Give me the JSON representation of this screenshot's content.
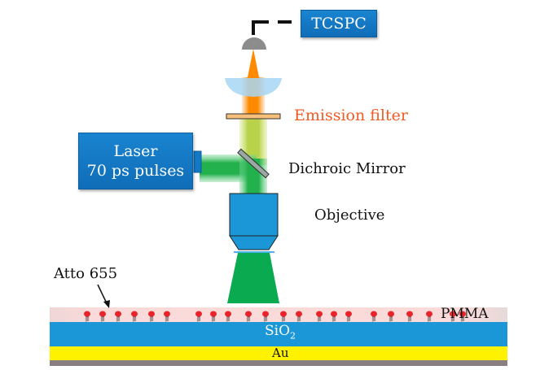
{
  "title": "TCSPC fluorescence lifetime setup",
  "components": {
    "tcspc": {
      "label": "TCSPC"
    },
    "laser": {
      "line1": "Laser",
      "line2": "70 ps pulses"
    },
    "emission_filter": {
      "label": "Emission filter"
    },
    "dichroic_mirror": {
      "label": "Dichroic Mirror"
    },
    "objective": {
      "label": "Objective"
    }
  },
  "sample": {
    "dye_label": "Atto 655",
    "layers": [
      {
        "name": "PMMA",
        "label": "PMMA"
      },
      {
        "name": "SiO2",
        "label": "SiO",
        "subscript": "2"
      },
      {
        "name": "Au",
        "label": "Au"
      }
    ],
    "dye_molecule_count": 22
  },
  "colors": {
    "box_blue": "#1479c4",
    "excitation_green": "#22b14c",
    "emission_orange": "#ff8a00",
    "filter_label": "#f15a24",
    "pmma": "#fbdcdc",
    "sio2": "#1b96d6",
    "au": "#fff200",
    "substrate": "#8a7f80",
    "dye": "#e8242a"
  }
}
